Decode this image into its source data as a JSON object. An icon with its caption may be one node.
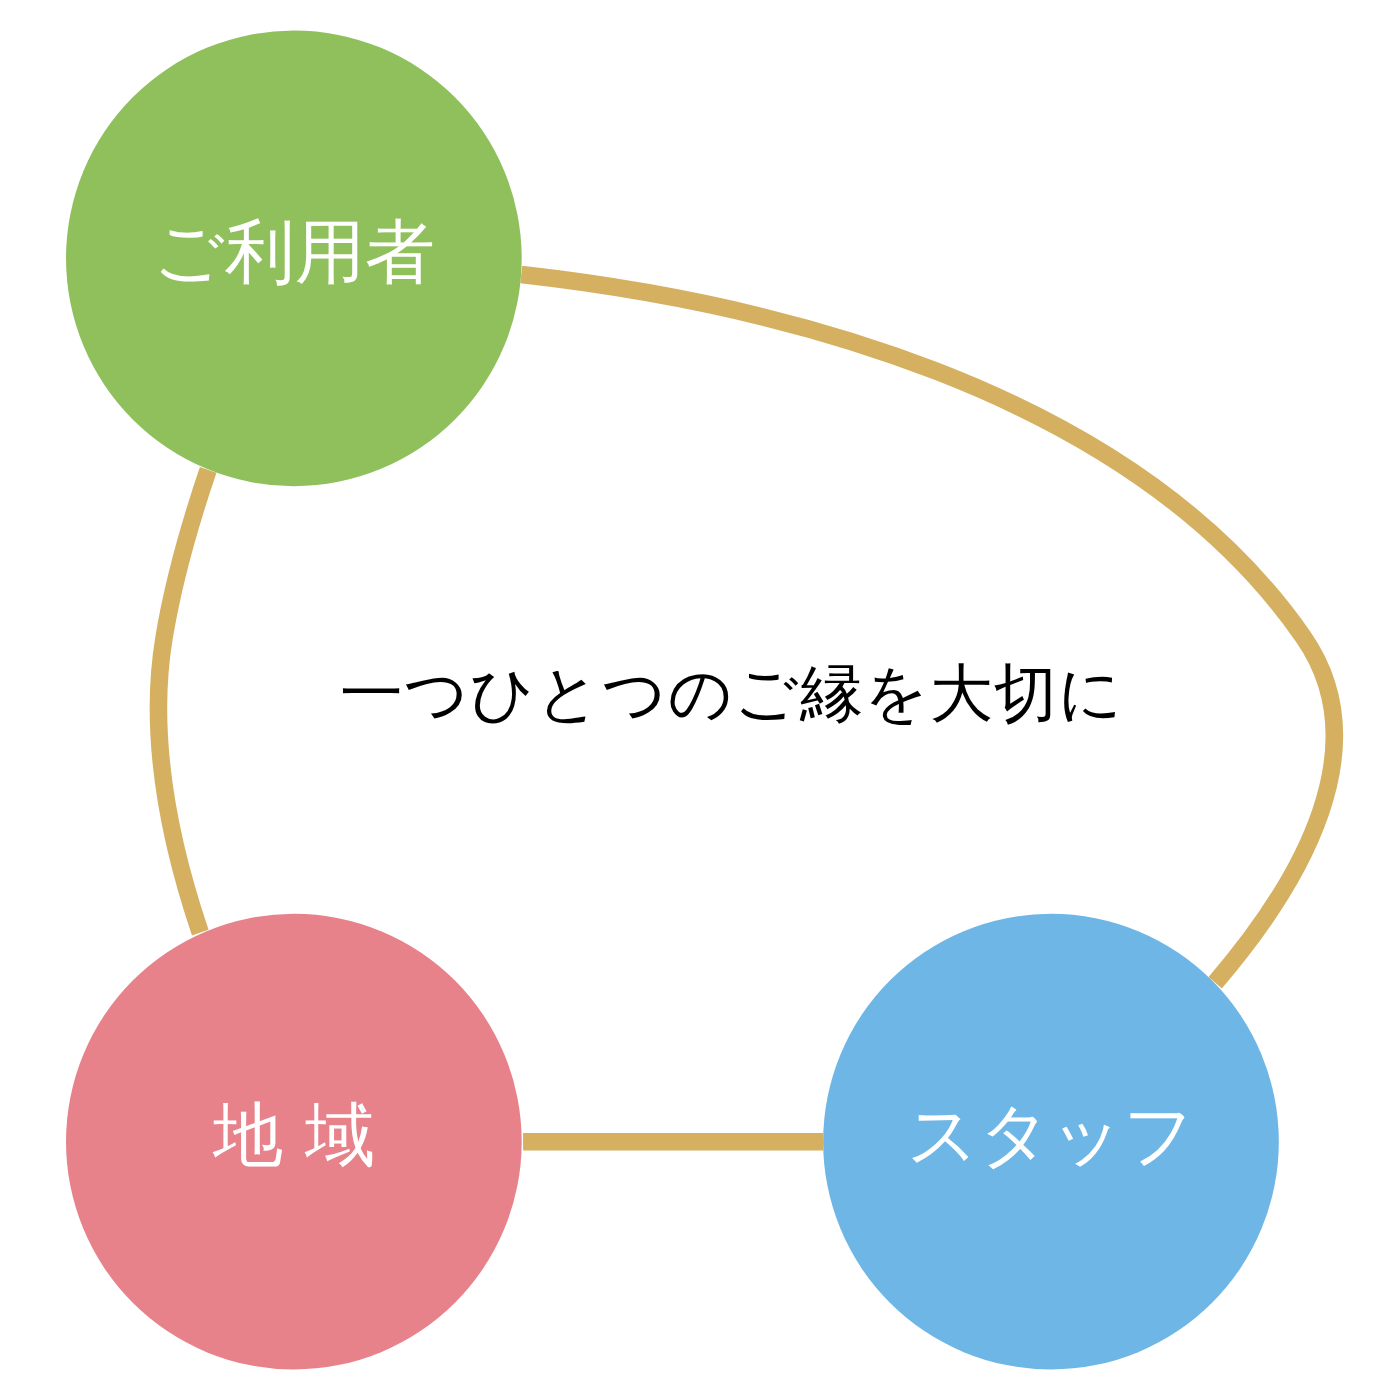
{
  "diagram": {
    "nodes": [
      {
        "text": [
          "ご利用者"
        ]
      },
      {
        "text": [
          "地 域"
        ]
      },
      {
        "text": [
          "スタッフ"
        ]
      }
    ],
    "edges": [
      {
        "from": 0,
        "to": 1,
        "arrow": "none"
      },
      {
        "from": 1,
        "to": 2,
        "arrow": "none"
      },
      {
        "from": 2,
        "to": 0,
        "arrow": "none"
      }
    ],
    "labels": [
      "一つひとつのご縁を大切に"
    ]
  }
}
